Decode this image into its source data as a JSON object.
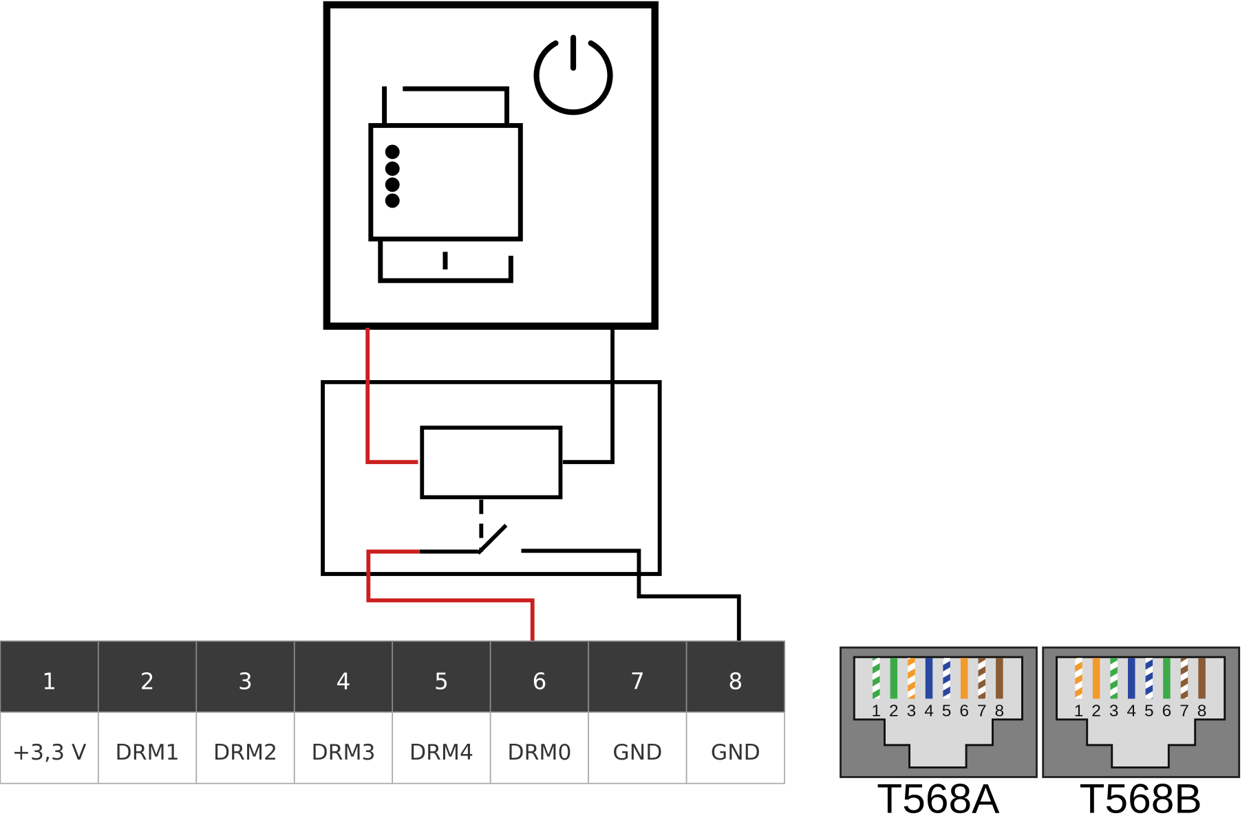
{
  "colors": {
    "red_wire": "#cc1f1f",
    "black": "#000000",
    "header_bg": "#3a3a3a",
    "connector_bg": "#808080",
    "connector_inner": "#d9d9d9"
  },
  "terminal": {
    "pins": [
      {
        "num": "1",
        "label": "+3,3 V"
      },
      {
        "num": "2",
        "label": "DRM1"
      },
      {
        "num": "3",
        "label": "DRM2"
      },
      {
        "num": "4",
        "label": "DRM3"
      },
      {
        "num": "5",
        "label": "DRM4"
      },
      {
        "num": "6",
        "label": "DRM0"
      },
      {
        "num": "7",
        "label": "GND"
      },
      {
        "num": "8",
        "label": "GND"
      }
    ]
  },
  "device": {
    "icons": [
      "power-icon",
      "dongle-icon"
    ]
  },
  "connectors": [
    {
      "title": "T568A",
      "wire_numbers": [
        "1",
        "2",
        "3",
        "4",
        "5",
        "6",
        "7",
        "8"
      ],
      "wires": [
        {
          "color": "#3daa48",
          "striped": true
        },
        {
          "color": "#3daa48",
          "striped": false
        },
        {
          "color": "#f39a2a",
          "striped": true
        },
        {
          "color": "#2a46a0",
          "striped": false
        },
        {
          "color": "#2a46a0",
          "striped": true
        },
        {
          "color": "#f39a2a",
          "striped": false
        },
        {
          "color": "#8a5c35",
          "striped": true
        },
        {
          "color": "#8a5c35",
          "striped": false
        }
      ]
    },
    {
      "title": "T568B",
      "wire_numbers": [
        "1",
        "2",
        "3",
        "4",
        "5",
        "6",
        "7",
        "8"
      ],
      "wires": [
        {
          "color": "#f39a2a",
          "striped": true
        },
        {
          "color": "#f39a2a",
          "striped": false
        },
        {
          "color": "#3daa48",
          "striped": true
        },
        {
          "color": "#2a46a0",
          "striped": false
        },
        {
          "color": "#2a46a0",
          "striped": true
        },
        {
          "color": "#3daa48",
          "striped": false
        },
        {
          "color": "#8a5c35",
          "striped": true
        },
        {
          "color": "#8a5c35",
          "striped": false
        }
      ]
    }
  ]
}
